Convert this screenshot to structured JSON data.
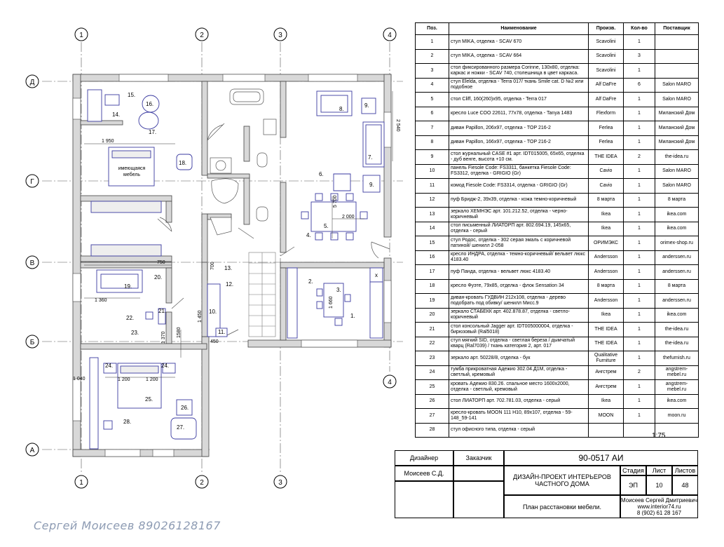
{
  "axes": {
    "cols": [
      "1",
      "2",
      "3",
      "4"
    ],
    "rows": [
      "Д",
      "Г",
      "В",
      "Б",
      "А"
    ]
  },
  "dims": {
    "d2540": "2 540",
    "d1950": "1 950",
    "d5700": "5 700",
    "d2000": "2 000",
    "d750": "750",
    "d700": "700",
    "d1360": "1 360",
    "d1660": "1 660",
    "d1450": "1 450",
    "d1370": "1 370",
    "d1580": "1580",
    "d450": "450",
    "d1040": "1 040",
    "d1200a": "1 200",
    "d1200b": "1 200"
  },
  "plan_labels": {
    "existing_furniture": [
      "имеющаяся",
      "мебель"
    ],
    "marks": [
      "1.",
      "2.",
      "3.",
      "4.",
      "5.",
      "6.",
      "7.",
      "8.",
      "9.",
      "9.",
      "10.",
      "11.",
      "12.",
      "13.",
      "14.",
      "15.",
      "16.",
      "17.",
      "18.",
      "19.",
      "20.",
      "21.",
      "22.",
      "23.",
      "24.",
      "24.",
      "25.",
      "26.",
      "27.",
      "28."
    ],
    "x_mark": "x"
  },
  "spec_table": {
    "headers": [
      "Поз.",
      "Наименование",
      "Произв.",
      "Кол-во",
      "Поставщик"
    ],
    "rows": [
      [
        "1",
        "стул MIKA, отделка - SCAV 670",
        "Scavolini",
        "1",
        ""
      ],
      [
        "2",
        "стул MIKA, отделка - SCAV 664",
        "Scavolini",
        "3",
        ""
      ],
      [
        "3",
        "стол фиксированного размера Corinne, 130х80, отделка: каркас и ножки - SCAV 740, столешница в цвет каркаса.",
        "Scavolini",
        "1",
        ""
      ],
      [
        "4",
        "стул Elelda, отделка - Terra 017/ ткань Smile cat. D №2 или подобное",
        "Alf DaFre",
        "6",
        "Salon MARO"
      ],
      [
        "5",
        "стол Cliff, 160(260)х95, отделка - Terra 017",
        "Alf DaFre",
        "1",
        "Salon MARO"
      ],
      [
        "6",
        "кресло Luce COO 22611, 77х78, отделка - Tanya 1483",
        "Flexform",
        "1",
        "Миланский Дом"
      ],
      [
        "7",
        "диван Papillon, 206х97, отделка - TOP 216-2",
        "Ferlea",
        "1",
        "Миланский Дом"
      ],
      [
        "8",
        "диван Papillon, 166х97, отделка - TOP 216-2",
        "Ferlea",
        "1",
        "Миланский Дом"
      ],
      [
        "9",
        "стол журнальный CASE #1 арт. IDT015005, 65х65, отделка - дуб венге, высота +10 см.",
        "THE IDEA",
        "2",
        "the-idea.ru"
      ],
      [
        "10",
        "панель Fiesole Code: FS3311, банкетка Fiesole Code: FS3312, отделка - GRIGIO (Gr)",
        "Cavio",
        "1",
        "Salon MARO"
      ],
      [
        "11",
        "комод Fiesole Code: FS3314, отделка - GRIGIO (Gr)",
        "Cavio",
        "1",
        "Salon MARO"
      ],
      [
        "12",
        "пуф Бридж-2, 39х39, отделка - кожа темно-коричневый",
        "8 марта",
        "1",
        "8 марта"
      ],
      [
        "13",
        "зеркало ХЕМНЭС арт. 101.212.52, отделка - черно-коричневый",
        "Ikea",
        "1",
        "ikea.com"
      ],
      [
        "14",
        "стол письменный ЛИАТОРП арт. 802.694.19, 145х65, отделка - серый",
        "Ikea",
        "1",
        "ikea.com"
      ],
      [
        "15",
        "стул Родос, отделка - 302 серая эмаль с коричневой патиной/ шенилл 2-058",
        "ОРИМЭКС",
        "1",
        "orimex-shop.ru"
      ],
      [
        "16",
        "кресло ИНДРА, отделка - темно-коричневый/ вельвет люкс 4183.40",
        "Andersson",
        "1",
        "anderssen.ru"
      ],
      [
        "17",
        "пуф Панда, отделка - вельвет люкс 4183.40",
        "Andersson",
        "1",
        "anderssen.ru"
      ],
      [
        "18",
        "кресло Фуэте, 79х85, отделка - флок Sensation 34",
        "8 марта",
        "1",
        "8 марта"
      ],
      [
        "19",
        "диван-кровать ГУДВИН 212х108, отделка - дерево подобрать под обивку/ шенилл Мисс.9",
        "Andersson",
        "1",
        "anderssen.ru"
      ],
      [
        "20",
        "зеркало СТАБЕКК арт. 402.878.87, отделка - светло-коричневый",
        "Ikea",
        "1",
        "ikea.com"
      ],
      [
        "21",
        "стол консольный Jagger арт. IDT005000004, отделка - бирюзовый (Ral5018)",
        "THE IDEA",
        "1",
        "the-idea.ru"
      ],
      [
        "22",
        "стул мягкий SID, отделка - светлая береза / дымчатый кварц (Ral7039) / ткань категория 2, арт. 017",
        "THE IDEA",
        "1",
        "the-idea.ru"
      ],
      [
        "23",
        "зеркало арт. 50228/8, отделка - бук",
        "Qualitative Furniture",
        "1",
        "thefurnish.ru"
      ],
      [
        "24",
        "тумба прикроватная Адежио 302.04.Д1М, отделка - светлый, кремовый",
        "Ангстрем",
        "2",
        "angstrem-mebel.ru"
      ],
      [
        "25",
        "кровать Адежио 830.26. спальное место 1600х2000, отделка - светлый, кремовый",
        "Ангстрем",
        "1",
        "angstrem-mebel.ru"
      ],
      [
        "26",
        "стол ЛИАТОРП арт. 702.781.03, отделка - серый",
        "Ikea",
        "1",
        "ikea.com"
      ],
      [
        "27",
        "кресло-кровать MOON 111 Н10, 89х107, отделка - 59-148_59-141",
        "MOON",
        "1",
        "moon.ru"
      ],
      [
        "28",
        "стул офисного типа, отделка - серый",
        "",
        "",
        ""
      ]
    ]
  },
  "scale": "1:75",
  "stamp": {
    "designer_label": "Дизайнер",
    "client_label": "Заказчик",
    "designer_name": "Моисеев С.Д.",
    "code": "90-0517 АИ",
    "project_title": "ДИЗАЙН-ПРОЕКТ ИНТЕРЬЕРОВ ЧАСТНОГО ДОМА",
    "stage_label": "Стадия",
    "sheet_label": "Лист",
    "sheets_label": "Листов",
    "stage": "ЭП",
    "sheet": "10",
    "sheets": "48",
    "sheet_title": "План расстановки мебели.",
    "author": "Моисеев Сергей Дмитриевич",
    "site": "www.interior74.ru",
    "phone": "8 (902) 61 28 167"
  },
  "signature": "Сергей Моисеев 89026128167",
  "colors": {
    "furniture": "#3a3aa0",
    "walls": "#cfcfcf",
    "lines": "#333333"
  }
}
